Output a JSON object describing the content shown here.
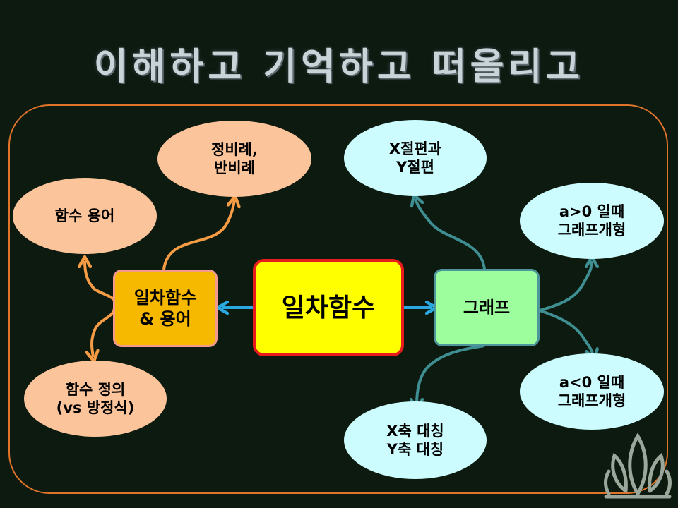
{
  "title": "이해하고 기억하고 떠올리고",
  "nodes": {
    "center": "일차함수",
    "left_box": {
      "line1": "일차함수",
      "line2": "& 용어"
    },
    "right_box": "그래프",
    "proportion": {
      "line1": "정비례,",
      "line2": "반비례"
    },
    "function_terms": "함수 용어",
    "function_definition": {
      "line1": "함수 정의",
      "line2": "(vs 방정식)"
    },
    "intercepts": {
      "line1": "X절편과",
      "line2": "Y절편"
    },
    "a_positive": {
      "line1": "a>0 일때",
      "line2": "그래프개형"
    },
    "a_negative": {
      "line1": "a<0 일때",
      "line2": "그래프개형"
    },
    "symmetry": {
      "line1": "X축 대칭",
      "line2": "Y축 대칭"
    }
  },
  "colors": {
    "background": "#0d1a10",
    "frame": "#e0742a",
    "center_fill": "#ffff00",
    "center_border": "#e81c1c",
    "left_box_fill": "#f7b800",
    "right_box_fill": "#9dfe9d",
    "peach_node": "#fbc49b",
    "cyan_node": "#ccfcfd",
    "orange_arrow": "#f59c44",
    "teal_arrow": "#3e8e92",
    "blue_arrow": "#2aa9e0"
  }
}
